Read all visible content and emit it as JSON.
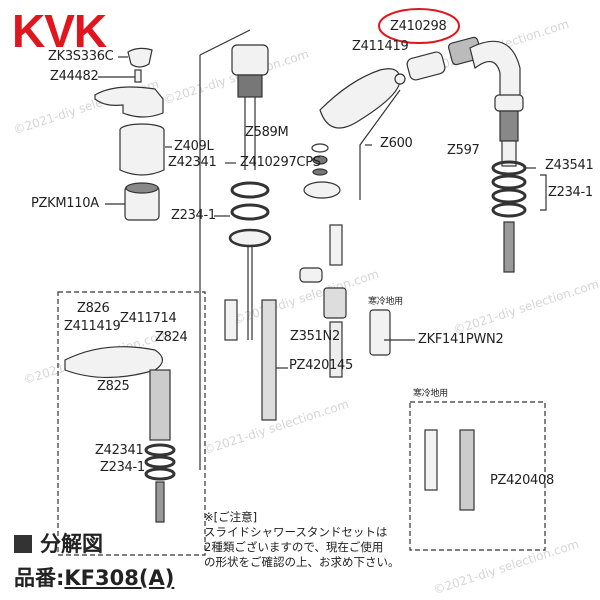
{
  "brand": "KVK",
  "parts": {
    "handle_cap": "ZK3S336C",
    "screw": "Z44482",
    "cover": "Z409L",
    "oring_left": "Z42341",
    "cartridge": "PZKM110A",
    "spout_top": "Z589M",
    "spout_set": "Z410297CPS",
    "gasket_center": "Z234-1",
    "highlighted_part": "Z410298",
    "gasket_right_top": "Z411419",
    "shower_head": "Z600",
    "hose_spout": "Z597",
    "oring_right": "Z43541",
    "gasket_right": "Z234-1",
    "check_valve": "Z351N2",
    "fitting": "PZ420145",
    "cold_region_label_1": "寒冷地用",
    "cold_valve": "ZKF141PWN2",
    "alt_z826": "Z826",
    "alt_z411714": "Z411714",
    "alt_z411419": "Z411419",
    "alt_z824": "Z824",
    "alt_z825": "Z825",
    "alt_z42341": "Z42341",
    "alt_z234": "Z234-1",
    "cold_region_label_2": "寒冷地用",
    "cold_fitting": "PZ420408"
  },
  "note": {
    "heading": "※[ご注意]",
    "line1": "スライドシャワースタンドセットは",
    "line2": "2種類ございますので、現在ご使用",
    "line3": "の形状をご確認の上、お求め下さい。"
  },
  "footer": {
    "title": "分解図",
    "model_label": "品番:",
    "model_number": "KF308(A)"
  },
  "watermark": "©2021-diy selection.com",
  "colors": {
    "brand": "#e0151d",
    "highlight": "#e0151d"
  }
}
